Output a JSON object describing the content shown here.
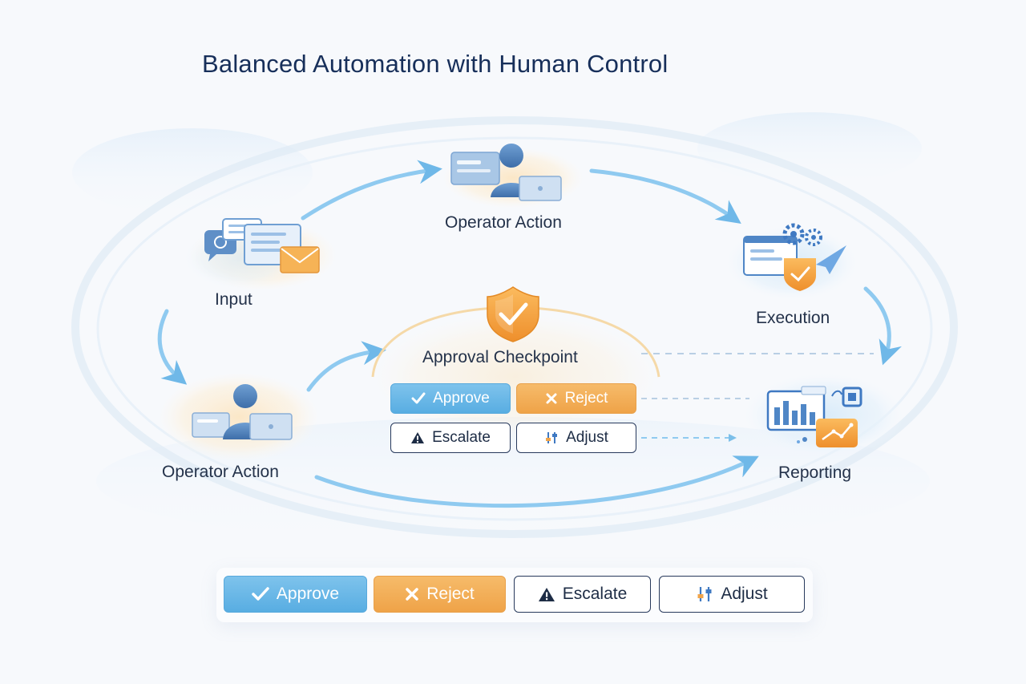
{
  "title": "Balanced Automation with Human Control",
  "nodes": {
    "top_operator": "Operator Action",
    "input": "Input",
    "execution": "Execution",
    "checkpoint": "Approval Checkpoint",
    "left_operator": "Operator Action",
    "reporting": "Reporting"
  },
  "checkpoint_buttons": {
    "approve": "Approve",
    "reject": "Reject",
    "escalate": "Escalate",
    "adjust": "Adjust"
  },
  "bottom_buttons": {
    "approve": "Approve",
    "reject": "Reject",
    "escalate": "Escalate",
    "adjust": "Adjust"
  },
  "icons": {
    "check": "check-icon",
    "cross": "x-icon",
    "warning": "warning-icon",
    "adjust": "sliders-icon",
    "shield": "shield-check-icon"
  },
  "colors": {
    "approve": "#5aaee2",
    "reject": "#f0a44a",
    "outline": "#27395c",
    "arrow": "#7cbfe9",
    "title": "#172f5a"
  }
}
